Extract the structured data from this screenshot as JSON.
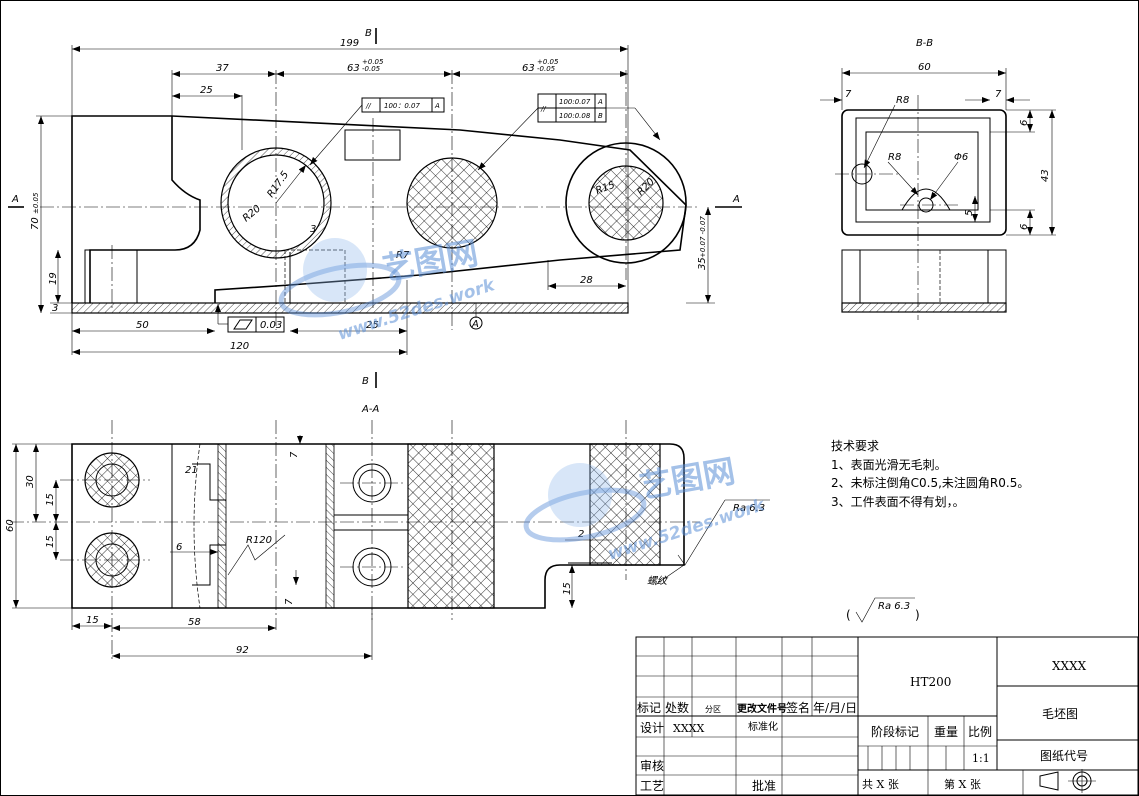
{
  "views": {
    "section_bb_title": "B-B",
    "section_aa_title": "A-A",
    "section_mark_b": "B",
    "section_mark_a": "A",
    "datum_a": "A"
  },
  "front_dims": {
    "d199": "199",
    "d37": "37",
    "d63a": "63",
    "d63a_tol_upper": "+0.05",
    "d63a_tol_lower": "-0.05",
    "d63b": "63",
    "d63b_tol_upper": "+0.05",
    "d63b_tol_lower": "-0.05",
    "d25_top": "25",
    "d70": "70",
    "d70_tol": "±0.05",
    "d19": "19",
    "d3": "3",
    "d50": "50",
    "d25_bottom": "25",
    "d120": "120",
    "d28": "28",
    "d35": "35",
    "d35_tol": "+0.07 -0.07",
    "r17_5": "R17.5",
    "r20_left": "R20",
    "r20_right": "R20",
    "r15": "R15",
    "r7": "R7",
    "d3_inner": "3"
  },
  "tolerance_frames": {
    "f1": {
      "symbol": "//",
      "value": "100：0.07",
      "datum": "A"
    },
    "f2": {
      "symbol": "//",
      "value": "100:0.07",
      "datum": "A"
    },
    "f3": {
      "value": "100:0.08",
      "datum": "B"
    },
    "flatness": {
      "symbol": "▱",
      "value": "0.03"
    }
  },
  "bb_dims": {
    "d60": "60",
    "d7_left": "7",
    "d7_right": "7",
    "r8_top": "R8",
    "r8_mid": "R8",
    "phi6": "Φ6",
    "d6_top": "6",
    "d43": "43",
    "d5": "5",
    "d6_bottom": "6"
  },
  "aa_dims": {
    "d30": "30",
    "d60": "60",
    "d15_a": "15",
    "d15_b": "15",
    "d15_left": "15",
    "d58": "58",
    "d92": "92",
    "d7_top": "7",
    "d7_bottom": "7",
    "d21": "21",
    "d6": "6",
    "r120": "R120",
    "d2": "2",
    "d15_right": "15",
    "ra63": "Ra 6.3",
    "thread": "螺纹"
  },
  "tech_requirements": {
    "title": "技术要求",
    "item1": "1、表面光滑无毛刺。",
    "item2": "2、未标注倒角C0.5,未注圆角R0.5。",
    "item3": "3、工件表面不得有划，。"
  },
  "surface_note": "Ra 6.3",
  "title_block": {
    "material": "HT200",
    "company": "XXXX",
    "drawing_name": "毛坯图",
    "drawing_no_label": "图纸代号",
    "mark": "标记",
    "count": "处数",
    "zone": "分区",
    "change_doc": "更改文件号",
    "sign": "签名",
    "date": "年/月/日",
    "design": "设计",
    "designer": "XXXX",
    "standardize": "标准化",
    "stage_mark": "阶段标记",
    "weight": "重量",
    "scale_label": "比例",
    "scale": "1:1",
    "review": "审核",
    "process": "工艺",
    "approve": "批准",
    "total_sheets": "共 X 张",
    "sheet_no": "第 X 张"
  },
  "watermark": {
    "text1": "艺图网",
    "text2": "www.52des.work"
  }
}
